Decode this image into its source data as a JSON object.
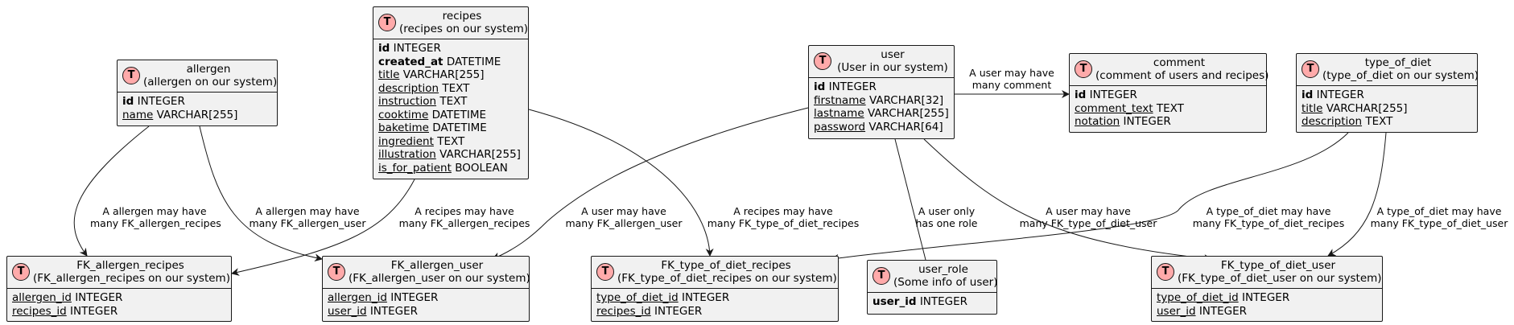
{
  "entities": {
    "allergen": {
      "name": "allergen",
      "subtitle": "(allergen on our system)",
      "fields": [
        {
          "name": "id",
          "type": "INTEGER",
          "style": "pk"
        },
        {
          "name": "name",
          "type": "VARCHAR[255]",
          "style": "u"
        }
      ]
    },
    "recipes": {
      "name": "recipes",
      "subtitle": "(recipes on our system)",
      "fields": [
        {
          "name": "id",
          "type": "INTEGER",
          "style": "pk"
        },
        {
          "name": "created_at",
          "type": "DATETIME",
          "style": "pk"
        },
        {
          "name": "title",
          "type": "VARCHAR[255]",
          "style": "u"
        },
        {
          "name": "description",
          "type": "TEXT",
          "style": "u"
        },
        {
          "name": "instruction",
          "type": "TEXT",
          "style": "u"
        },
        {
          "name": "cooktime",
          "type": "DATETIME",
          "style": "u"
        },
        {
          "name": "baketime",
          "type": "DATETIME",
          "style": "u"
        },
        {
          "name": "ingredient",
          "type": "TEXT",
          "style": "u"
        },
        {
          "name": "illustration",
          "type": "VARCHAR[255]",
          "style": "u"
        },
        {
          "name": "is_for_patient",
          "type": "BOOLEAN",
          "style": "u"
        }
      ]
    },
    "user": {
      "name": "user",
      "subtitle": "(User in our system)",
      "fields": [
        {
          "name": "id",
          "type": "INTEGER",
          "style": "pk"
        },
        {
          "name": "firstname",
          "type": "VARCHAR[32]",
          "style": "u"
        },
        {
          "name": "lastname",
          "type": "VARCHAR[255]",
          "style": "u"
        },
        {
          "name": "password",
          "type": "VARCHAR[64]",
          "style": "u"
        }
      ]
    },
    "comment": {
      "name": "comment",
      "subtitle": "(comment of users and recipes)",
      "fields": [
        {
          "name": "id",
          "type": "INTEGER",
          "style": "pk"
        },
        {
          "name": "comment_text",
          "type": "TEXT",
          "style": "u"
        },
        {
          "name": "notation",
          "type": "INTEGER",
          "style": "u"
        }
      ]
    },
    "type_of_diet": {
      "name": "type_of_diet",
      "subtitle": "(type_of_diet on our system)",
      "fields": [
        {
          "name": "id",
          "type": "INTEGER",
          "style": "pk"
        },
        {
          "name": "title",
          "type": "VARCHAR[255]",
          "style": "u"
        },
        {
          "name": "description",
          "type": "TEXT",
          "style": "u"
        }
      ]
    },
    "fk_allergen_recipes": {
      "name": "FK_allergen_recipes",
      "subtitle": "(FK_allergen_recipes on our system)",
      "fields": [
        {
          "name": "allergen_id",
          "type": "INTEGER",
          "style": "u"
        },
        {
          "name": "recipes_id",
          "type": "INTEGER",
          "style": "u"
        }
      ]
    },
    "fk_allergen_user": {
      "name": "FK_allergen_user",
      "subtitle": "(FK_allergen_user on our system)",
      "fields": [
        {
          "name": "allergen_id",
          "type": "INTEGER",
          "style": "u"
        },
        {
          "name": "user_id",
          "type": "INTEGER",
          "style": "u"
        }
      ]
    },
    "fk_type_of_diet_recipes": {
      "name": "FK_type_of_diet_recipes",
      "subtitle": "(FK_type_of_diet_recipes on our system)",
      "fields": [
        {
          "name": "type_of_diet_id",
          "type": "INTEGER",
          "style": "u"
        },
        {
          "name": "recipes_id",
          "type": "INTEGER",
          "style": "u"
        }
      ]
    },
    "user_role": {
      "name": "user_role",
      "subtitle": "(Some info of user)",
      "fields": [
        {
          "name": "user_id",
          "type": "INTEGER",
          "style": "pk"
        }
      ]
    },
    "fk_type_of_diet_user": {
      "name": "FK_type_of_diet_user",
      "subtitle": "(FK_type_of_diet_user on our system)",
      "fields": [
        {
          "name": "type_of_diet_id",
          "type": "INTEGER",
          "style": "u"
        },
        {
          "name": "user_id",
          "type": "INTEGER",
          "style": "u"
        }
      ]
    }
  },
  "badge_letter": "T",
  "colors": {
    "badge": "#ffaaaa",
    "box": "#f1f1f1",
    "border": "#181818"
  },
  "relations": [
    {
      "key": "allergen_fkar",
      "label1": "A allergen may have",
      "label2": "many FK_allergen_recipes"
    },
    {
      "key": "allergen_fkau",
      "label1": "A allergen may have",
      "label2": "many FK_allergen_user"
    },
    {
      "key": "recipes_fkar",
      "label1": "A recipes may have",
      "label2": "many FK_allergen_recipes"
    },
    {
      "key": "user_fkau",
      "label1": "A user may have",
      "label2": "many FK_allergen_user"
    },
    {
      "key": "recipes_fktdr",
      "label1": "A recipes may have",
      "label2": "many FK_type_of_diet_recipes"
    },
    {
      "key": "user_role",
      "label1": "A user only",
      "label2": "has one role"
    },
    {
      "key": "user_fktdu",
      "label1": "A user may have",
      "label2": "many FK_type_of_diet_user"
    },
    {
      "key": "tod_fktdr",
      "label1": "A type_of_diet may have",
      "label2": "many FK_type_of_diet_recipes"
    },
    {
      "key": "tod_fktdu",
      "label1": "A type_of_diet may have",
      "label2": "many FK_type_of_diet_user"
    },
    {
      "key": "user_comment",
      "label1": "A user may have",
      "label2": "many comment"
    }
  ]
}
